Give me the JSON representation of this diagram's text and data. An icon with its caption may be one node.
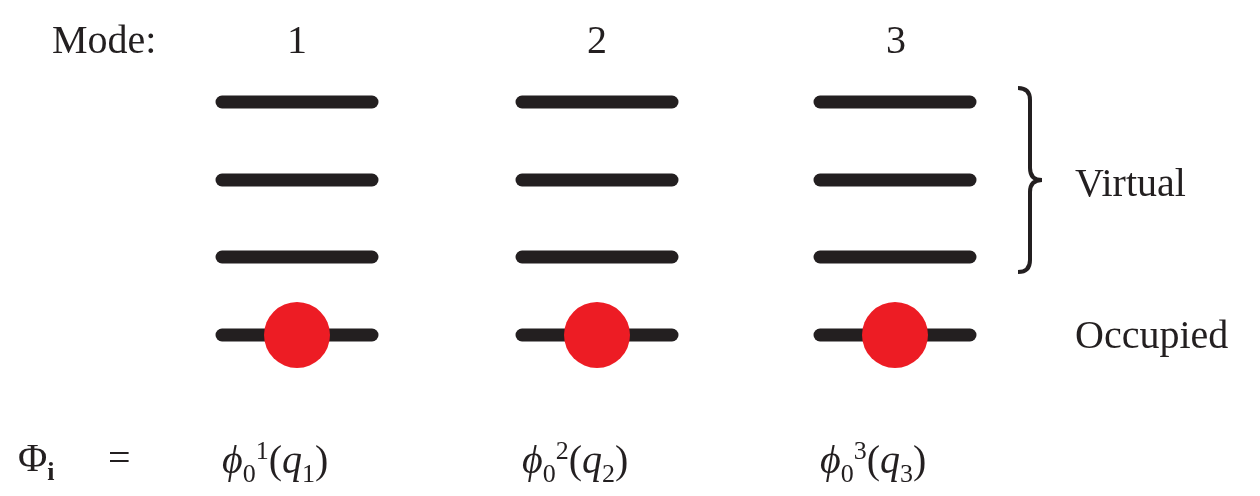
{
  "diagram": {
    "labels": [
      "Mode:",
      "1",
      "2",
      "3",
      "Virtual",
      "Occupied",
      "Φ$_{i}$",
      "=",
      "*ϕ*$_{0}$$^{1}$(*q*$_{1}$)",
      "*ϕ*$_{0}$$^{2}$(*q*$_{2}$)",
      "*ϕ*$_{0}$$^{3}$(*q*$_{3}$)"
    ]
  }
}
